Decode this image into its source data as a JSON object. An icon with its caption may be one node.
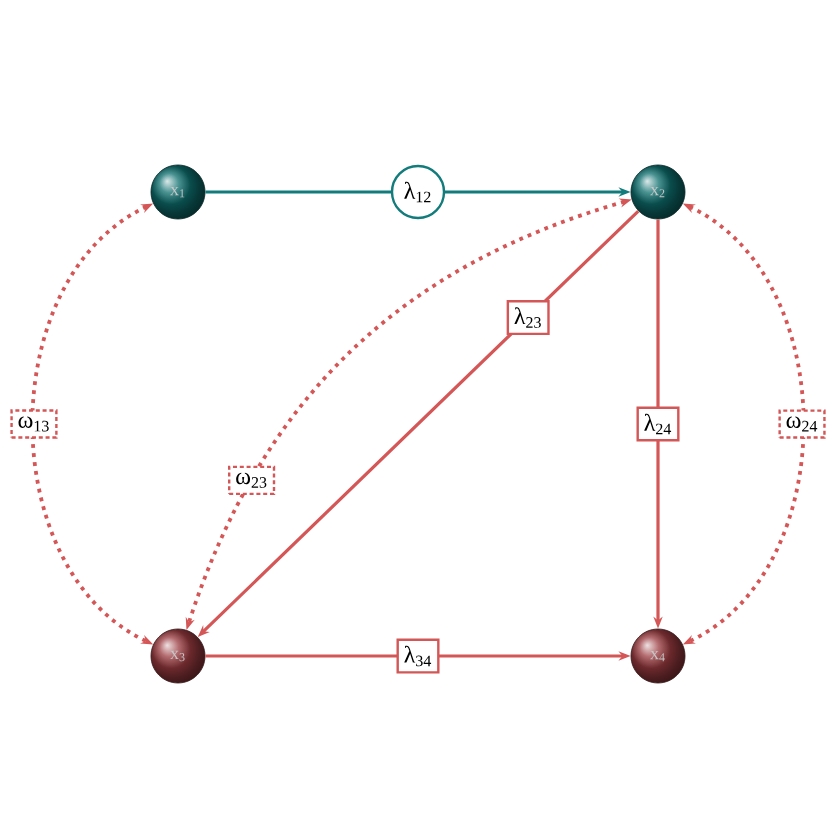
{
  "diagram": {
    "nodes": [
      {
        "text": [
          "x$_{1}$"
        ]
      },
      {
        "text": [
          "x$_{2}$"
        ]
      },
      {
        "text": [
          "x$_{3}$"
        ]
      },
      {
        "text": [
          "x$_{4}$"
        ]
      }
    ],
    "edges": [
      {
        "from": 0,
        "to": 1,
        "arrow": "to",
        "label": "λ$_{12}$",
        "color": "#127b7b"
      },
      {
        "from": 1,
        "to": 2,
        "arrow": "to",
        "label": "λ$_{23}$"
      },
      {
        "from": 1,
        "to": 3,
        "arrow": "to",
        "label": "λ$_{24}$"
      },
      {
        "from": 2,
        "to": 3,
        "arrow": "to",
        "label": "λ$_{34}$"
      },
      {
        "from": 0,
        "to": 2,
        "arrow": "both",
        "label": "ω$_{13}$",
        "style": "dashed"
      },
      {
        "from": 1,
        "to": 2,
        "arrow": "both",
        "label": "ω$_{23}$",
        "style": "dashed"
      },
      {
        "from": 1,
        "to": 3,
        "arrow": "both",
        "label": "ω$_{24}$",
        "style": "dashed"
      }
    ]
  }
}
